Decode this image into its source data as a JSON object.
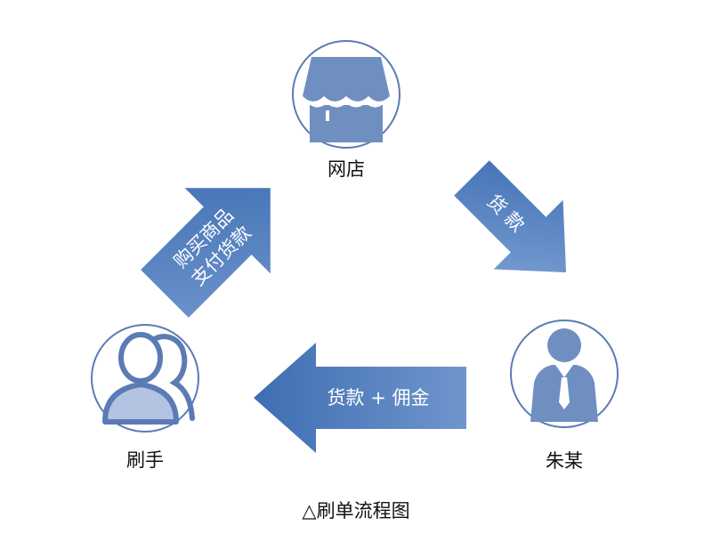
{
  "nodes": {
    "shop": {
      "label": "网店"
    },
    "buyer": {
      "label": "朱某"
    },
    "brusher": {
      "label": "刷手"
    }
  },
  "arrows": {
    "shop_to_buyer": {
      "label": "货  款"
    },
    "buyer_to_brusher": {
      "label": "货款 + 佣金"
    },
    "brusher_to_shop": {
      "line1": "购买商品",
      "line2": "支付货款"
    }
  },
  "caption": "△刷单流程图",
  "colors": {
    "arrow_fill": "#5b86c2",
    "icon_fill": "#6f8fc0",
    "circle_stroke": "#5b7bb4",
    "node_fill": "#ffffff"
  }
}
